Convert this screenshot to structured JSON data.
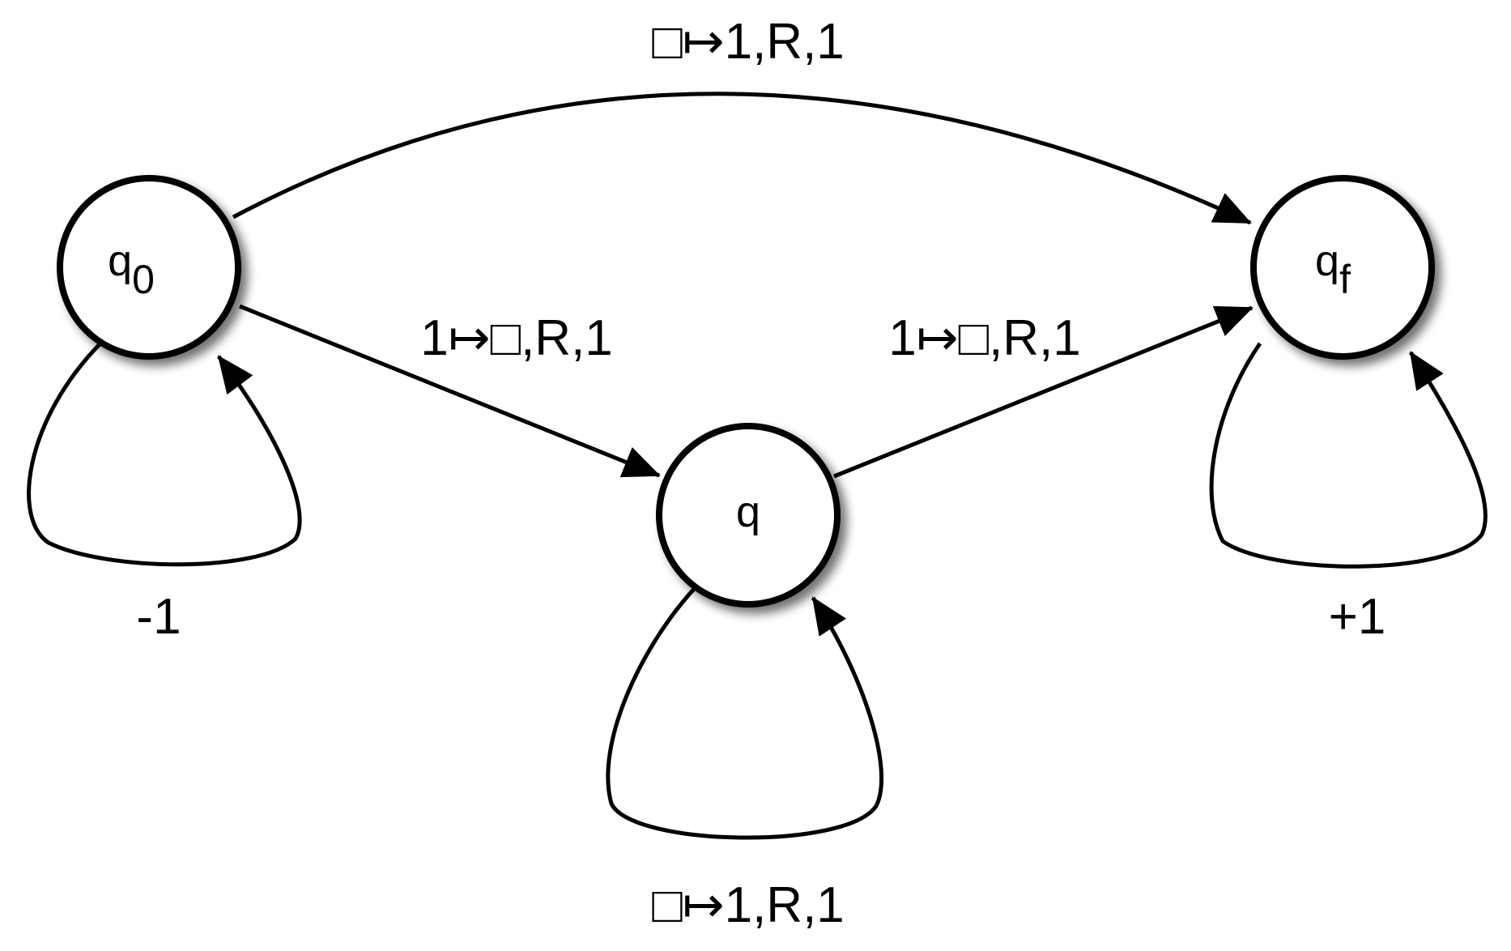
{
  "states": [
    {
      "id": "q0",
      "base": "q",
      "sub": "0"
    },
    {
      "id": "q",
      "base": "q",
      "sub": ""
    },
    {
      "id": "qf",
      "base": "q",
      "sub": "f"
    }
  ],
  "transitions": [
    {
      "id": "q0-qf",
      "from": "q0",
      "to": "qf",
      "label": "□↦1,R,1"
    },
    {
      "id": "q0-q",
      "from": "q0",
      "to": "q",
      "label": "1↦□,R,1"
    },
    {
      "id": "q-qf",
      "from": "q",
      "to": "qf",
      "label": "1↦□,R,1"
    },
    {
      "id": "q0-loop",
      "from": "q0",
      "to": "q0",
      "label": "-1"
    },
    {
      "id": "q-loop",
      "from": "q",
      "to": "q",
      "label": "□↦1,R,1"
    },
    {
      "id": "qf-loop",
      "from": "qf",
      "to": "qf",
      "label": "+1"
    }
  ]
}
